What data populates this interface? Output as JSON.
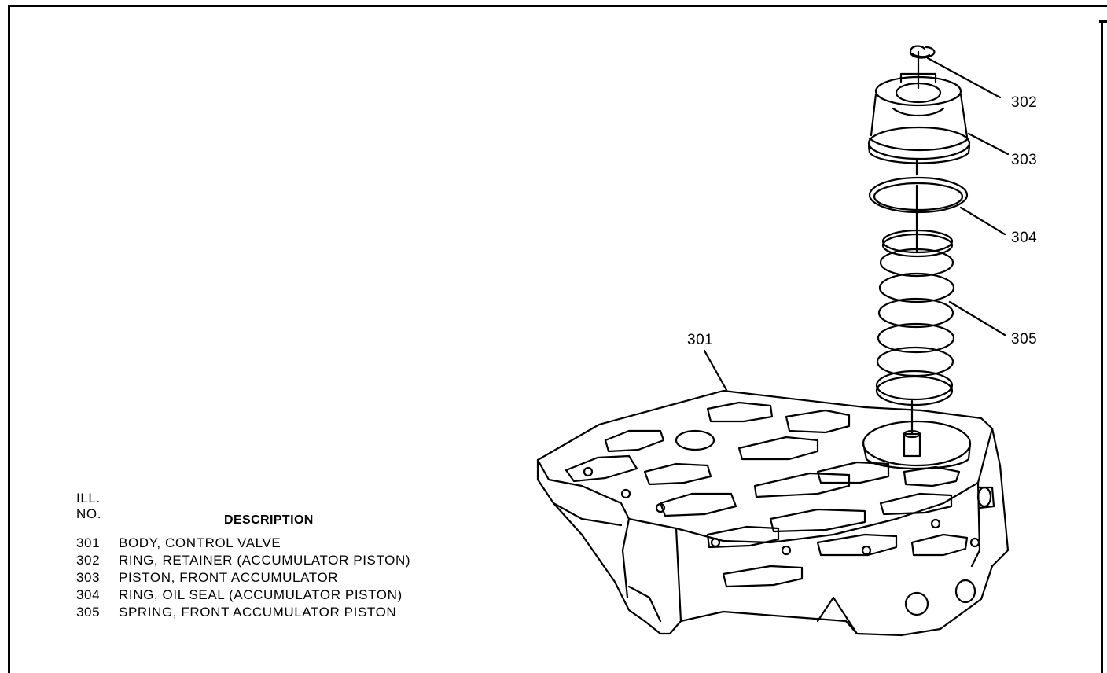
{
  "callouts": [
    {
      "id": "301",
      "label": "301"
    },
    {
      "id": "302",
      "label": "302"
    },
    {
      "id": "303",
      "label": "303"
    },
    {
      "id": "304",
      "label": "304"
    },
    {
      "id": "305",
      "label": "305"
    }
  ],
  "legend": {
    "col_ill_line1": "ILL.",
    "col_ill_line2": "NO.",
    "col_desc": "DESCRIPTION",
    "rows": [
      {
        "no": "301",
        "desc": "BODY, CONTROL VALVE"
      },
      {
        "no": "302",
        "desc": "RING, RETAINER (ACCUMULATOR PISTON)"
      },
      {
        "no": "303",
        "desc": "PISTON, FRONT ACCUMULATOR"
      },
      {
        "no": "304",
        "desc": "RING, OIL SEAL (ACCUMULATOR PISTON)"
      },
      {
        "no": "305",
        "desc": "SPRING, FRONT ACCUMULATOR PISTON"
      }
    ]
  }
}
